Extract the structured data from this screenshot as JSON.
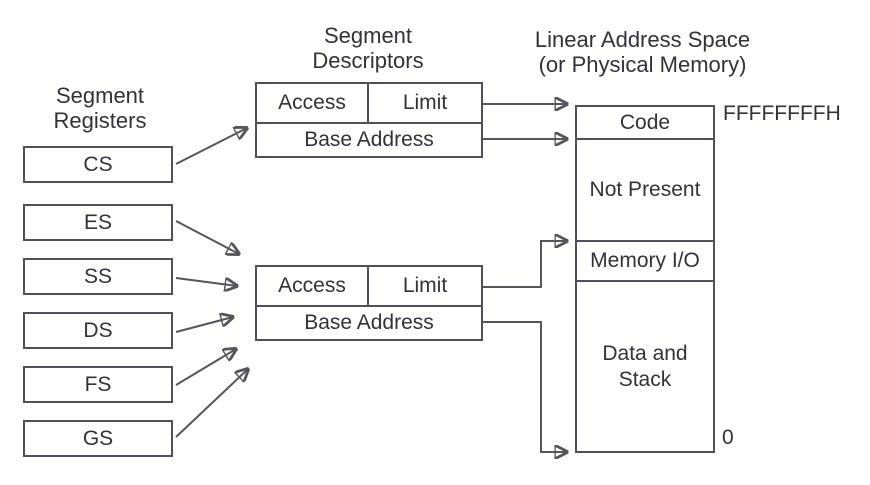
{
  "headings": {
    "segment_registers": "Segment\nRegisters",
    "segment_descriptors": "Segment\nDescriptors",
    "linear_address_space": "Linear Address Space\n(or Physical Memory)"
  },
  "registers": [
    {
      "label": "CS"
    },
    {
      "label": "ES"
    },
    {
      "label": "SS"
    },
    {
      "label": "DS"
    },
    {
      "label": "FS"
    },
    {
      "label": "GS"
    }
  ],
  "descriptors": {
    "first": {
      "access": "Access",
      "limit": "Limit",
      "base_address": "Base Address"
    },
    "second": {
      "access": "Access",
      "limit": "Limit",
      "base_address": "Base Address"
    }
  },
  "memory_map": {
    "sections": [
      {
        "label": "Code"
      },
      {
        "label": "Not Present"
      },
      {
        "label": "Memory I/O"
      },
      {
        "label": "Data and\nStack"
      }
    ],
    "top_address_label": "FFFFFFFFH",
    "bottom_address_label": "0"
  },
  "colors": {
    "line": "#55555c",
    "border": "#50505a",
    "text": "#32323b",
    "arrowhead": "#17171c",
    "background": "#ffffff"
  }
}
